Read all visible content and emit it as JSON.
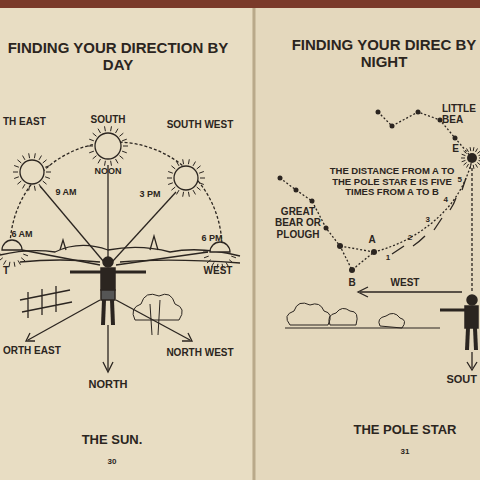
{
  "diagram": {
    "title": "FINDING YOUR DIRECTION BY DAY",
    "labels": [
      "SOUTH",
      "NOON",
      "TH EAST",
      "SOUTH WEST",
      "9 AM",
      "3 PM",
      "6 AM",
      "6 PM",
      "T",
      "WEST",
      "ORTH EAST",
      "NORTH WEST",
      "NORTH",
      "THE SUN.",
      "30",
      "FINDING YOUR DIREC BY NIGHT",
      "LITTLE BEA",
      "E",
      "THE DISTANCE FROM A TO THE POLE STAR E IS FIVE TIMES FROM A TO B",
      "5",
      "4",
      "3",
      "2",
      "1",
      "A",
      "B",
      "GREAT BEAR OR PLOUGH",
      "WEST",
      "SOUT",
      "THE POLE STAR",
      "31"
    ]
  }
}
